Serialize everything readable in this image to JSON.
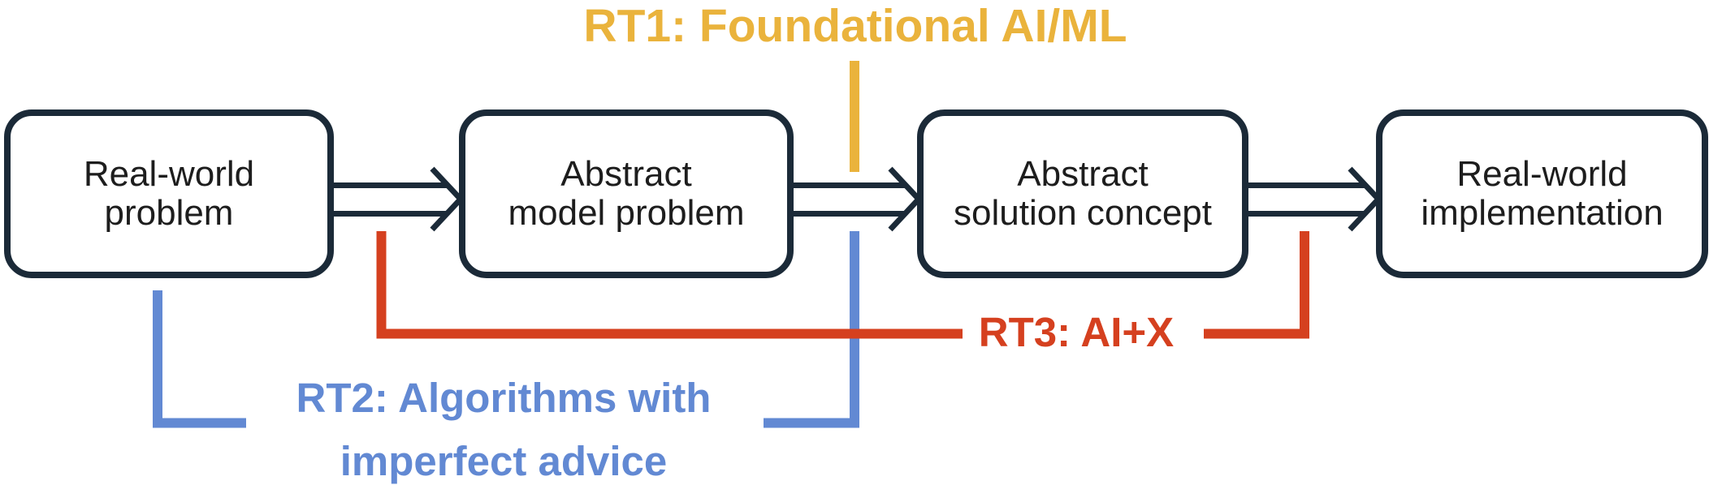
{
  "diagram": {
    "boxes": [
      {
        "label": "Real-world\nproblem"
      },
      {
        "label": "Abstract\nmodel problem"
      },
      {
        "label": "Abstract\nsolution concept"
      },
      {
        "label": "Real-world\nimplementation"
      }
    ],
    "annotations": {
      "rt1": {
        "label": "RT1: Foundational AI/ML"
      },
      "rt2": {
        "label": "RT2: Algorithms with\nimperfect advice"
      },
      "rt3": {
        "label": "RT3: AI+X"
      }
    },
    "colors": {
      "outline": "#1b2a38",
      "box_text": "#1d1d1d",
      "rt1_yellow": "#EAB33C",
      "rt2_blue": "#6289D3",
      "rt3_red": "#D5401F"
    }
  }
}
